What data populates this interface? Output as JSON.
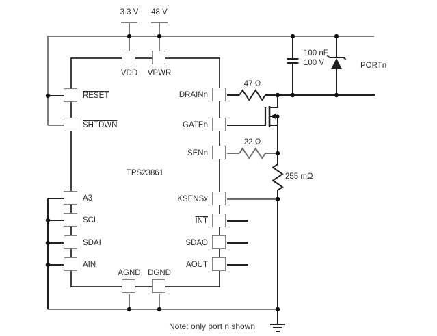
{
  "diagram": {
    "chip_label": "TPS23861",
    "supplies": {
      "vdd_rail": "3.3 V",
      "vpwr_rail": "48 V"
    },
    "pins": {
      "top": [
        "VDD",
        "VPWR"
      ],
      "left": [
        "RESET",
        "SHTDWN",
        "A3",
        "SCL",
        "SDAI",
        "AIN"
      ],
      "right": [
        "DRAINn",
        "GATEn",
        "SENn",
        "KSENSx",
        "INT",
        "SDAO",
        "AOUT"
      ],
      "bottom": [
        "AGND",
        "DGND"
      ]
    },
    "components": {
      "drain_resistor": "47 Ω",
      "sense_resistor": "22 Ω",
      "shunt_resistor": "255 mΩ",
      "capacitor_value": "100 nF",
      "capacitor_voltage": "100 V",
      "port_label": "PORTn"
    },
    "note": "Note: only port n shown"
  },
  "colors": {
    "wire": "#1f1f1f",
    "rail": "#7e7e7e",
    "sense_wire": "#6e6e6e",
    "pin_box_border": "#848484"
  }
}
